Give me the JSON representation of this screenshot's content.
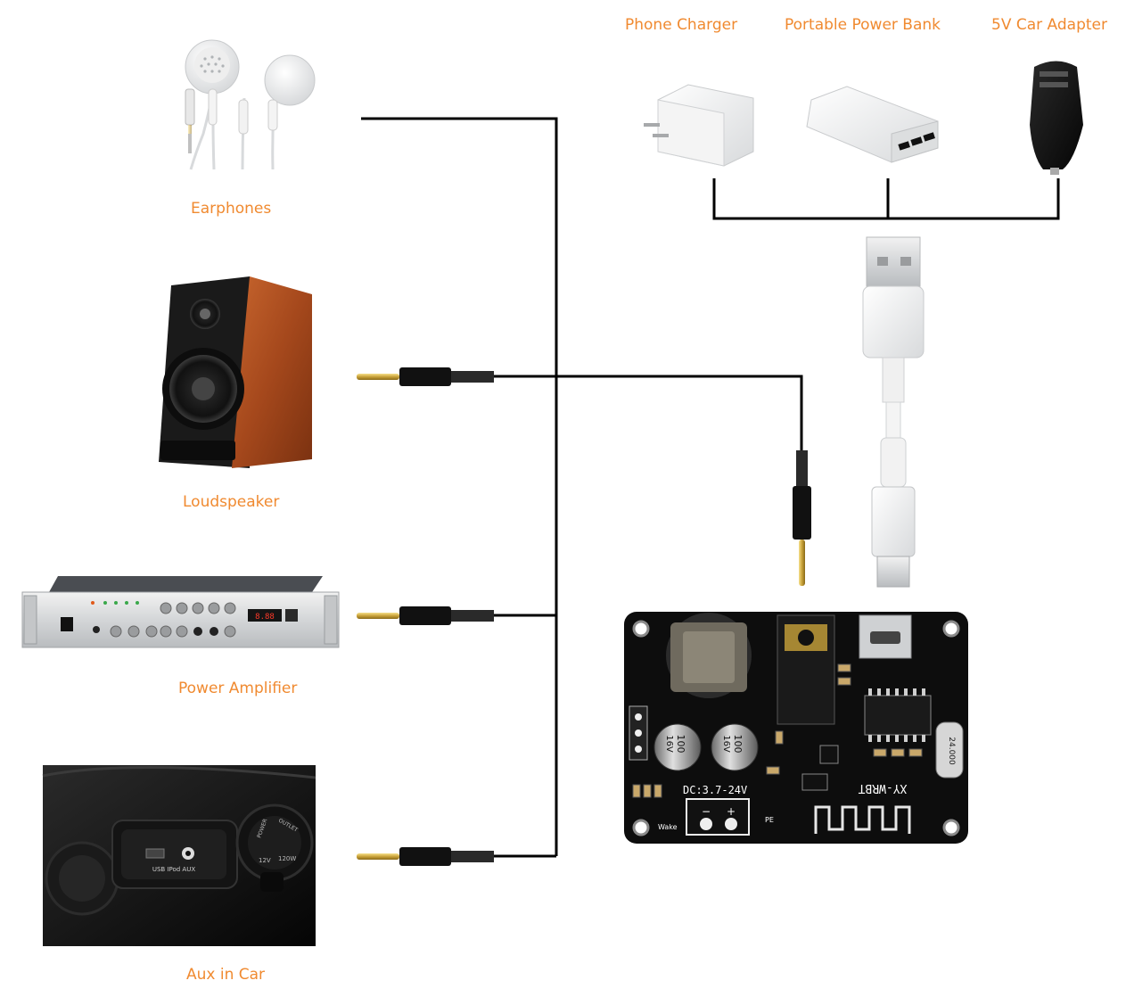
{
  "labels": {
    "earphones": "Earphones",
    "loudspeaker": "Loudspeaker",
    "power_amplifier": "Power Amplifier",
    "aux_in_car": "Aux in Car",
    "phone_charger": "Phone Charger",
    "portable_power_bank": "Portable Power Bank",
    "car_adapter": "5V Car Adapter"
  },
  "amplifier_panel": {
    "display": "8.88"
  },
  "car_panel": {
    "usb_label": "USB IPod AUX",
    "outlet_left": "POWER",
    "outlet_right": "OUTLET",
    "outlet_voltage": "12V",
    "outlet_watt": "120W"
  },
  "board": {
    "model": "XY-WRBT",
    "dc_rating": "DC:3.7-24V",
    "cap1_value": "100",
    "cap1_voltage": "16V",
    "cap2_value": "100",
    "cap2_voltage": "16V",
    "crystal": "24.000",
    "wake_label": "Wake",
    "minus": "−",
    "plus": "+",
    "pe_label": "PE"
  },
  "colors": {
    "label": "#f08a30",
    "wire": "#000000"
  }
}
